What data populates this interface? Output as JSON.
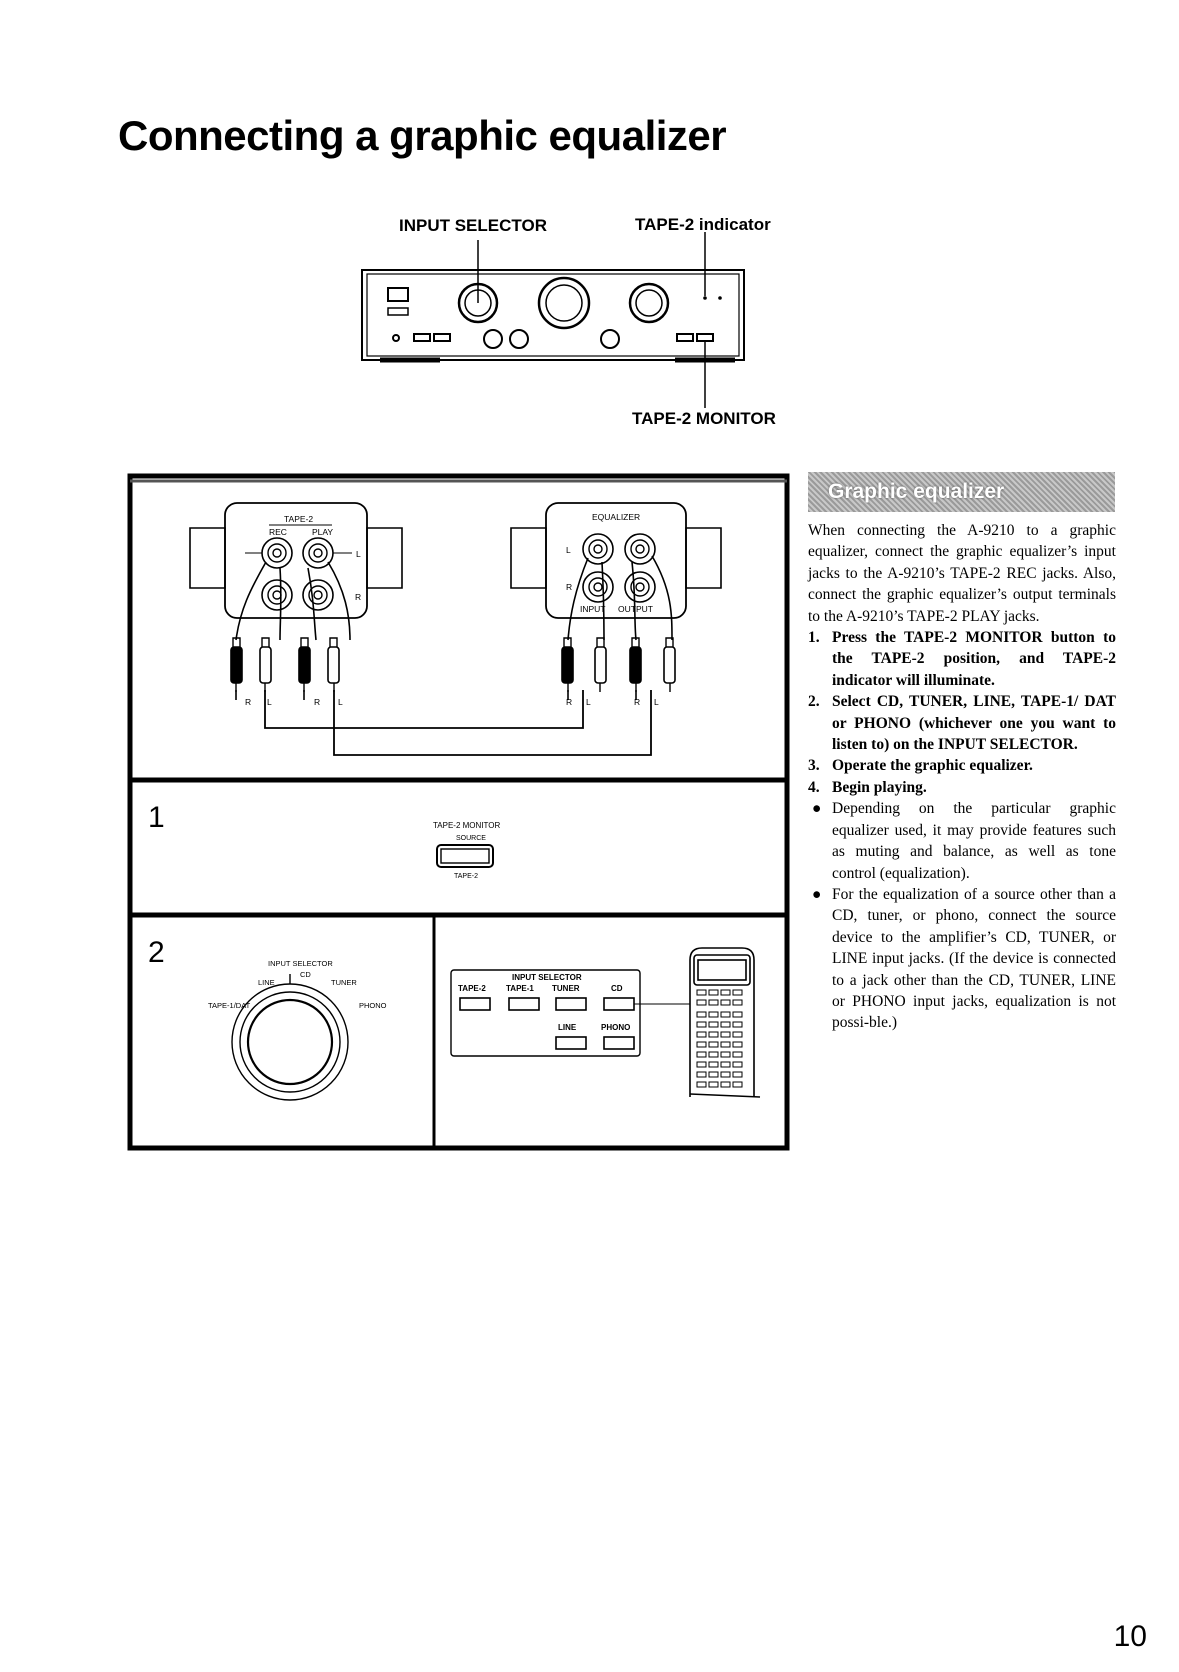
{
  "page": {
    "title": "Connecting a graphic equalizer",
    "page_number": "10"
  },
  "front_panel": {
    "input_selector_label": "INPUT SELECTOR",
    "tape2_indicator_label": "TAPE-2 indicator",
    "tape2_monitor_label": "TAPE-2 MONITOR"
  },
  "connection_diagram": {
    "amp_tape2_label": "TAPE-2",
    "amp_rec_label": "REC",
    "amp_play_label": "PLAY",
    "amp_l_label": "L",
    "amp_r_label": "R",
    "eq_label": "EQUALIZER",
    "eq_l_label": "L",
    "eq_r_label": "R",
    "eq_input_label": "INPUT",
    "eq_output_label": "OUTPUT",
    "plug_r": "R",
    "plug_l": "L"
  },
  "step1": {
    "number": "1",
    "monitor_label": "TAPE-2 MONITOR",
    "source_label": "SOURCE",
    "tape2_label": "TAPE-2"
  },
  "step2": {
    "number": "2",
    "knob_title": "INPUT SELECTOR",
    "knob_cd": "CD",
    "knob_line": "LINE",
    "knob_tuner": "TUNER",
    "knob_tape1dat": "TAPE-1/DAT",
    "knob_phono": "PHONO",
    "remote_title": "INPUT SELECTOR",
    "remote_tape2": "TAPE-2",
    "remote_tape1": "TAPE-1",
    "remote_tuner": "TUNER",
    "remote_cd": "CD",
    "remote_line": "LINE",
    "remote_phono": "PHONO"
  },
  "sidebar": {
    "heading": "Graphic equalizer",
    "intro": "When connecting the A-9210 to a graphic equalizer, connect the graphic equalizer’s input jacks to the A-9210’s TAPE-2 REC jacks. Also, connect the graphic equalizer’s output terminals to the A-9210’s TAPE-2 PLAY jacks.",
    "steps": [
      {
        "num": "1.",
        "text": "Press the TAPE-2 MONITOR button to the TAPE-2 position, and TAPE-2 indicator will illuminate."
      },
      {
        "num": "2.",
        "text": "Select CD, TUNER, LINE, TAPE-1/ DAT or PHONO (whichever one you want to listen to) on the INPUT SELECTOR."
      },
      {
        "num": "3.",
        "text": "Operate the graphic equalizer."
      },
      {
        "num": "4.",
        "text": "Begin playing."
      }
    ],
    "notes": [
      {
        "bullet": "●",
        "text": "Depending on the particular graphic equalizer used, it may provide features such as muting and balance, as well as tone control (equalization)."
      },
      {
        "bullet": "●",
        "text": "For the equalization of a source other than a CD, tuner, or phono, connect the source device to the amplifier’s CD, TUNER, or LINE input jacks. (If the device is connected to a jack other than the CD, TUNER, LINE or PHONO input jacks, equalization is not possi-ble.)"
      }
    ]
  }
}
